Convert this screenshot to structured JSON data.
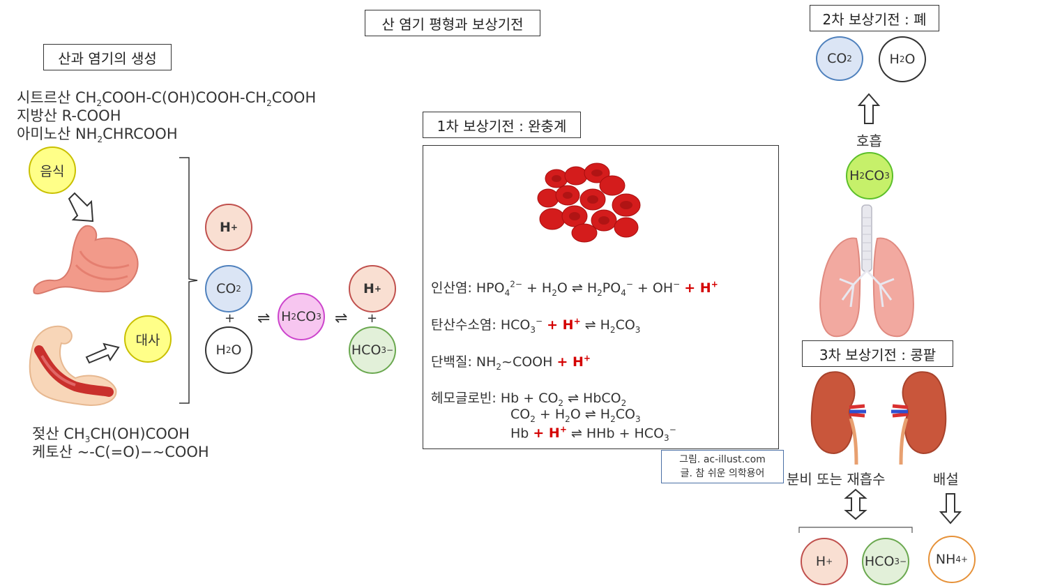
{
  "title": "산 염기 평형과 보상기전",
  "left": {
    "heading": "산과 염기의 생성",
    "acids": [
      {
        "name": "시트르산",
        "formula": "CH2COOH-C(OH)COOH-CH2COOH"
      },
      {
        "name": "지방산",
        "formula": "R-COOH"
      },
      {
        "name": "아미노산",
        "formula": "NH2CHRCOOH"
      }
    ],
    "food_label": "음식",
    "metabolism_label": "대사",
    "bottom": [
      {
        "name": "젖산",
        "formula": "CH3CH(OH)COOH"
      },
      {
        "name": "케토산",
        "formula": "~-C(=O)−~COOH"
      }
    ]
  },
  "center": {
    "plus": "+",
    "equilibrium": "⇌"
  },
  "primary": {
    "heading": "1차 보상기전 : 완충계",
    "phosphate_label": "인산염:",
    "carbonate_label": "탄산수소염:",
    "protein_label": "단백질:",
    "hemoglobin_label": "헤모글로빈:"
  },
  "credit": {
    "line1": "그림. ac-illust.com",
    "line2": "글. 참 쉬운 의학용어"
  },
  "secondary": {
    "heading": "2차 보상기전 : 폐",
    "breathing_label": "호흡"
  },
  "tertiary": {
    "heading": "3차 보상기전 : 콩팥",
    "secretion_label": "분비 또는 재흡수",
    "excretion_label": "배설"
  },
  "colors": {
    "h_circle": "#c0504d",
    "co2_circle": "#4f81bd",
    "h2o_circle": "#333333",
    "h2co3_circle": "#cc44cc",
    "hco3_circle": "#6aa84f",
    "h2co3_lung": "#5cbf2a",
    "nh4_circle": "#e69138",
    "yellow_fill": "#ffff88",
    "yellow_border": "#c9c000",
    "highlight_red": "#d40000"
  }
}
